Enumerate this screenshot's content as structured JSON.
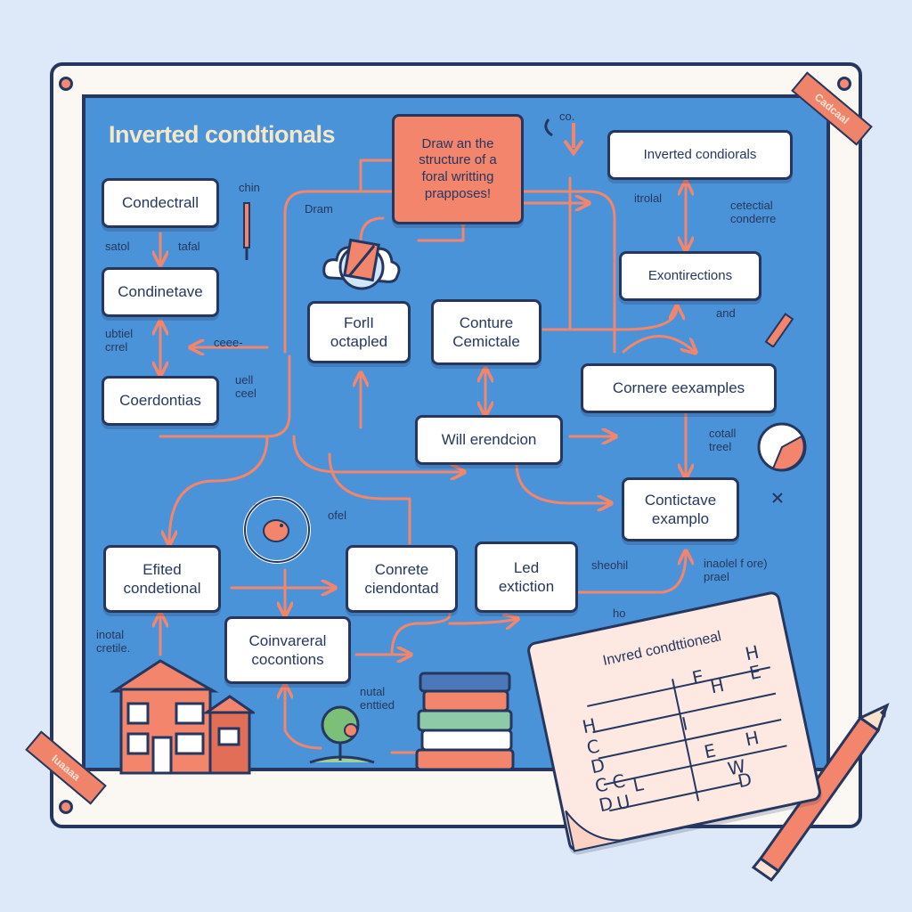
{
  "title": "Inverted condtionals",
  "colors": {
    "panel": "#4b93d8",
    "frame": "#fbf7f3",
    "outline": "#26375f",
    "node": "#ffffff",
    "accent": "#f2856c",
    "title": "#f5e8c8"
  },
  "nodes": {
    "conditional_top": "Condectrall",
    "condinetave": "Condinetave",
    "coerdontias": "Coerdontias",
    "forl_octapled": "ForlI\noctapled",
    "conture_cemictale": "Conture\nCemictale",
    "draw_structure": "Drаw an the\nstructure of a\nforal writting\nprapposes!",
    "inverted_top_right": "Inverted condiorals",
    "exontirections": "Exontirections",
    "cornere_examples": "Cornere eexamples",
    "will_erendcion": "Will erendcion",
    "contictave_example": "Contictave\nexamplo",
    "efited_conditional": "Efited\ncondetional",
    "conrete_ciendontad": "Conrete\nciendontad",
    "led_extiction": "Led\nextiction",
    "coinvareral": "Coinvareral\ncocontions"
  },
  "notes": {
    "chin": "chin",
    "satol": "satol",
    "tafal": "tafal",
    "ubtiel_crrel": "ubtiel\ncrrel",
    "ceee": "ceee-",
    "uell_ceel": "uell\nceel",
    "dram": "Dram",
    "co": "co.",
    "itrolal": "itrolal",
    "cetectial": "cetectial\nconderre",
    "and": "and",
    "cotall_treel": "cotall\ntreel",
    "ofel": "ofel",
    "sheohil": "sheohil",
    "inaolel": "inaolel f ore)\nprael",
    "ho": "ho",
    "inotal_cretile": "inotal\ncretile.",
    "nutal_enttied": "nutal\nenttied"
  },
  "tapes": {
    "top_right": "Cadcaal",
    "bottom_left": "Iuaaaa"
  },
  "paper": {
    "title": "Invred condttioneal",
    "letters": [
      "H",
      "C",
      "D",
      "C",
      "D",
      "C",
      "U",
      "L",
      "E",
      "H",
      "I",
      "E",
      "H",
      "W",
      "D",
      "H",
      "E"
    ]
  },
  "icons": [
    "house-icon",
    "tree-icon",
    "books-icon",
    "pencil-icon",
    "clock-icon",
    "piggy-bank-icon",
    "cloud-icon",
    "arrow-down-icon",
    "stats-icon",
    "cross-icon"
  ]
}
